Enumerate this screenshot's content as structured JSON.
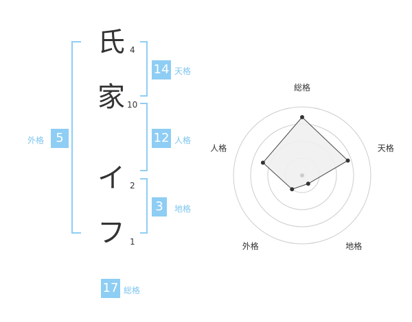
{
  "name": {
    "characters": [
      {
        "char": "氏",
        "strokes": "4"
      },
      {
        "char": "家",
        "strokes": "10"
      },
      {
        "char": "イ",
        "strokes": "2"
      },
      {
        "char": "フ",
        "strokes": "1"
      }
    ]
  },
  "scores": {
    "tenkaku": {
      "value": "14",
      "label": "天格"
    },
    "jinkaku": {
      "value": "12",
      "label": "人格"
    },
    "chikaku": {
      "value": "3",
      "label": "地格"
    },
    "gaikaku": {
      "value": "5",
      "label": "外格"
    },
    "soukaku": {
      "value": "17",
      "label": "総格"
    }
  },
  "chart_data": {
    "type": "radar",
    "axes": [
      "総格",
      "天格",
      "地格",
      "外格",
      "人格"
    ],
    "values": [
      17,
      14,
      3,
      5,
      12
    ],
    "rmax": 20,
    "rings": 4,
    "colors": {
      "fill": "#efefef",
      "stroke": "#444444",
      "grid": "#cccccc",
      "point": "#333333"
    }
  }
}
